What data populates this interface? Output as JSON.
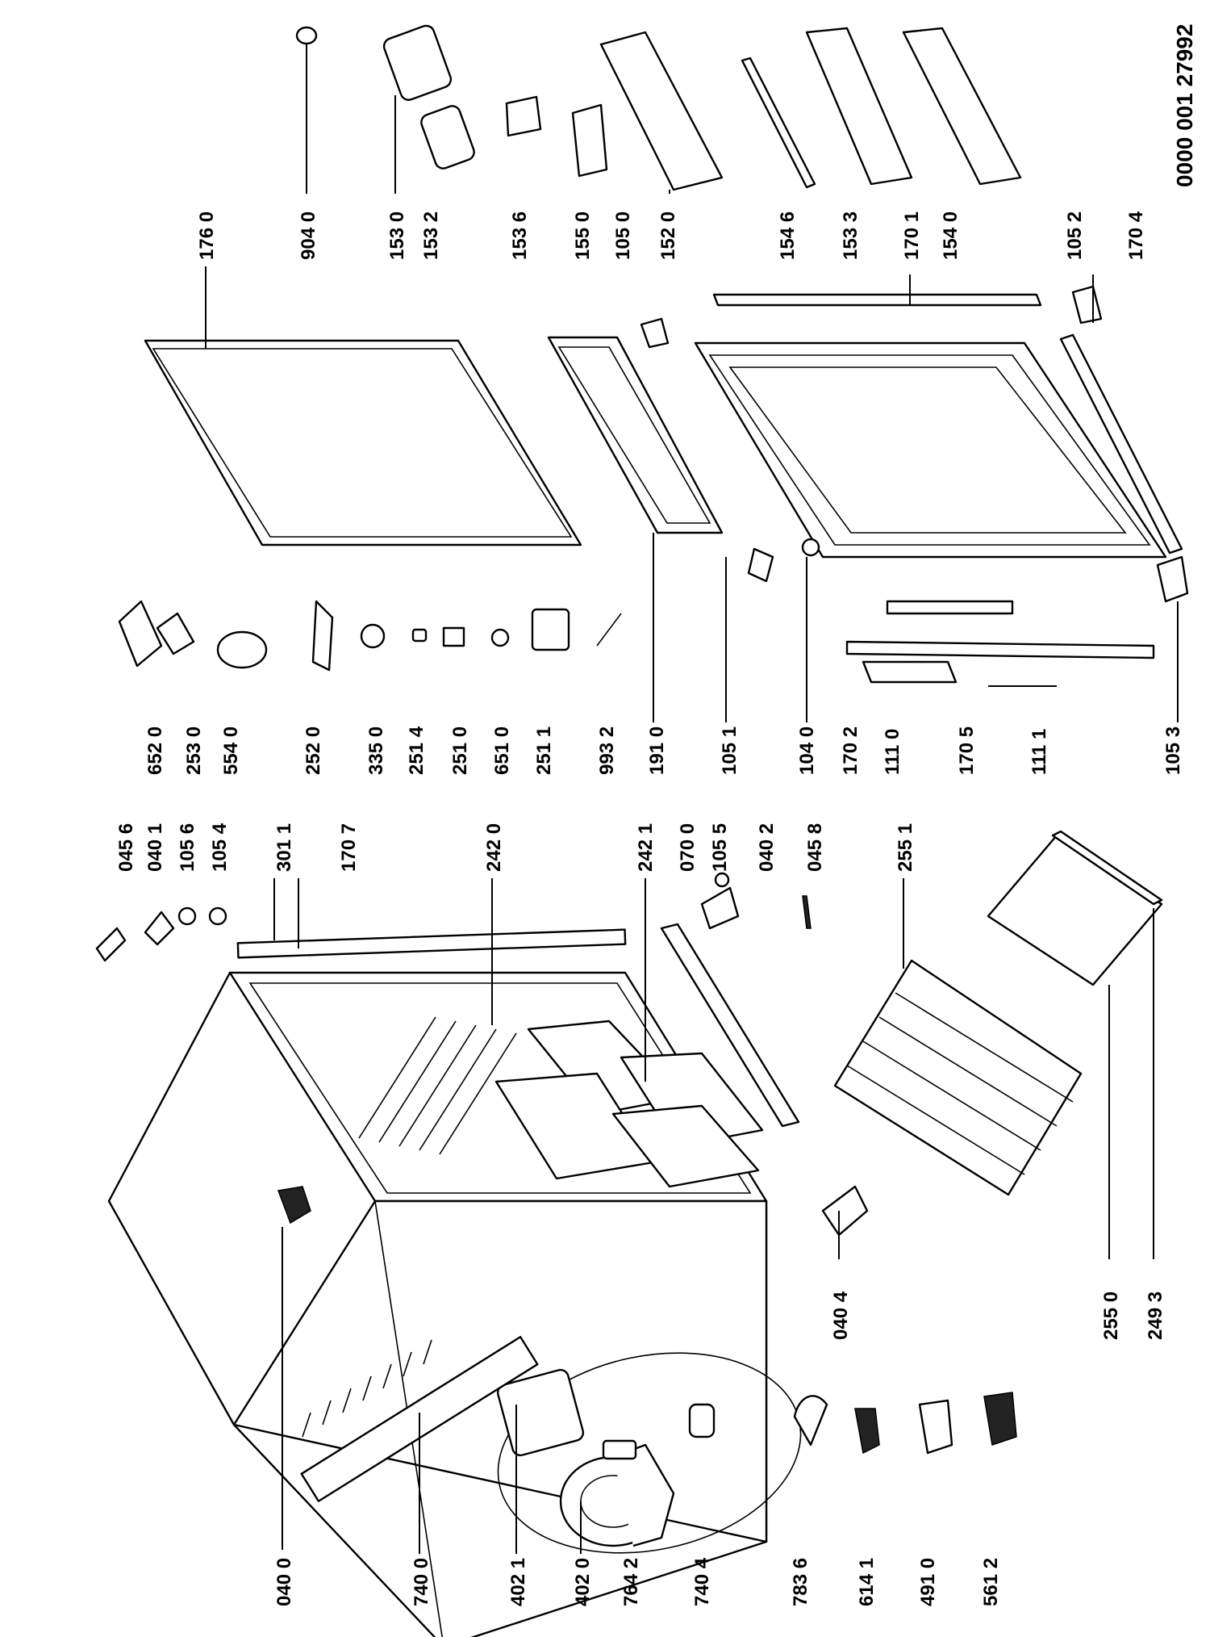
{
  "document_id": "0000 001 27992",
  "callouts": {
    "r0": [
      "040 0",
      "740 0",
      "402 1",
      "402 0",
      "764 2",
      "740 4",
      "783 6",
      "614 1",
      "491 0",
      "561 2"
    ],
    "r1": [
      "040 4",
      "255 0",
      "249 3"
    ],
    "r2": [
      "045 6",
      "040 1",
      "105 6",
      "105 4",
      "301 1",
      "170 7",
      "242 0",
      "242 1",
      "070 0",
      "105 5",
      "040 2",
      "045 8",
      "255 1"
    ],
    "r3": [
      "652 0",
      "253 0",
      "554 0",
      "252 0",
      "335 0",
      "251 4",
      "251 0",
      "651 0",
      "251 1",
      "993 2",
      "191 0",
      "105 1",
      "104 0",
      "170 2",
      "111 0",
      "170 5",
      "111 1",
      "105 3"
    ],
    "r4": [
      "176 0",
      "904 0",
      "153 0",
      "153 2",
      "153 6",
      "155 0",
      "105 0",
      "152 0",
      "154 6",
      "153 3",
      "170 1",
      "154 0",
      "105 2",
      "170 4"
    ]
  }
}
